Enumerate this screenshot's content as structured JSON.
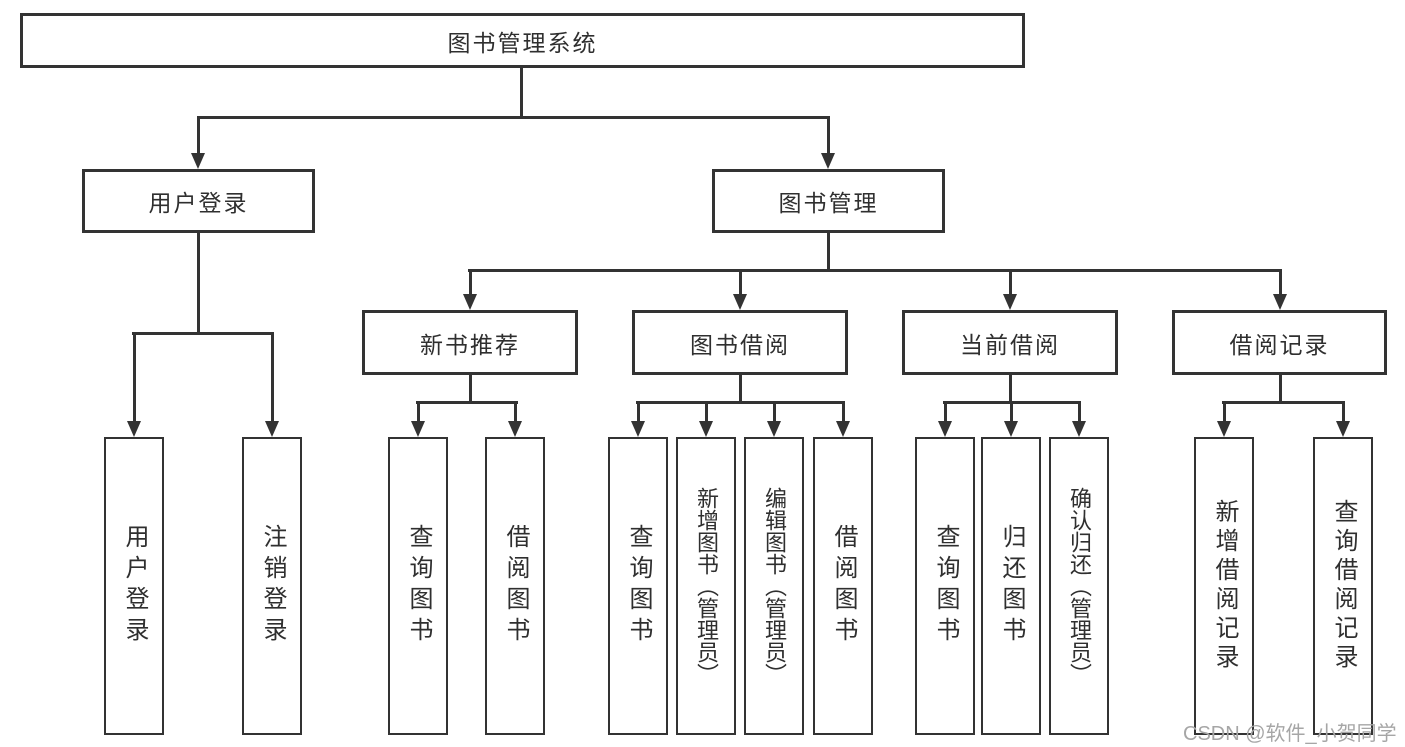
{
  "palette": {
    "line": "#333333",
    "text": "#2f2f2f",
    "box_background": "#ffffff",
    "watermark": "#a6a6a6"
  },
  "watermark": "CSDN @软件_小贺同学",
  "structure": {
    "root": "图书管理系统",
    "children": [
      {
        "label": "用户登录",
        "children": [
          "用户登录",
          "注销登录"
        ]
      },
      {
        "label": "图书管理",
        "children": [
          {
            "label": "新书推荐",
            "children": [
              "查询图书",
              "借阅图书"
            ]
          },
          {
            "label": "图书借阅",
            "children": [
              "查询图书",
              "新增图书（管理员）",
              "编辑图书（管理员）",
              "借阅图书"
            ]
          },
          {
            "label": "当前借阅",
            "children": [
              "查询图书",
              "归还图书",
              "确认归还（管理员）"
            ]
          },
          {
            "label": "借阅记录",
            "children": [
              "新增借阅记录",
              "查询借阅记录"
            ]
          }
        ]
      }
    ]
  }
}
